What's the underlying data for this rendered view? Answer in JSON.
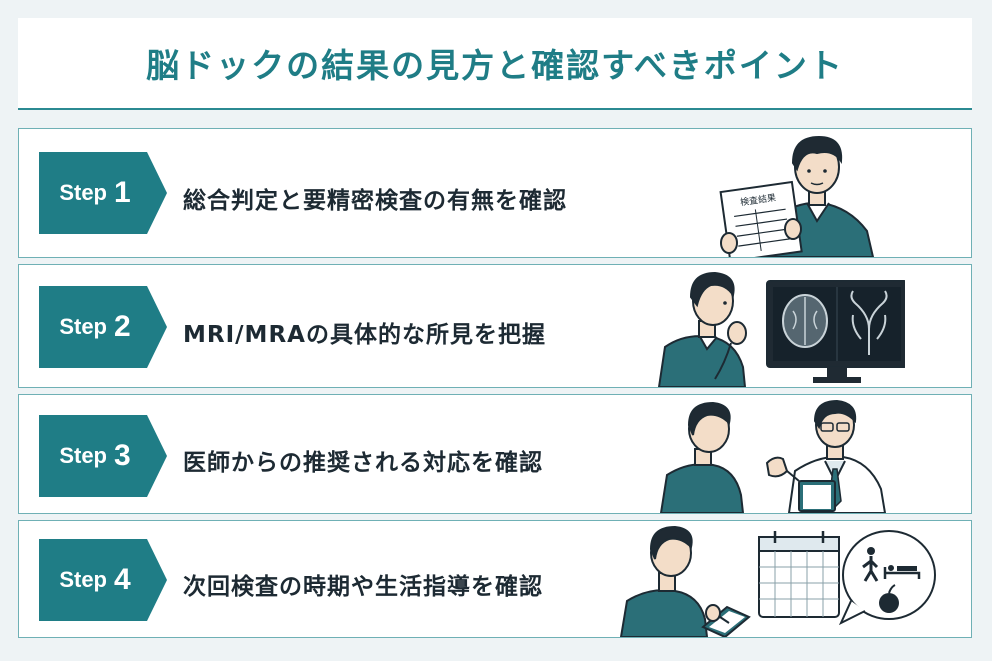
{
  "title": "脳ドックの結果の見方と確認すべきポイント",
  "steps": [
    {
      "label": "Step",
      "number": "1",
      "text": "総合判定と要精密検査の有無を確認"
    },
    {
      "label": "Step",
      "number": "2",
      "text": "MRI/MRAの具体的な所見を把握"
    },
    {
      "label": "Step",
      "number": "3",
      "text": "医師からの推奨される対応を確認"
    },
    {
      "label": "Step",
      "number": "4",
      "text": "次回検査の時期や生活指導を確認"
    }
  ],
  "illustrations": {
    "step1_sheet_text": "検査結果"
  },
  "colors": {
    "accent": "#1f7d86",
    "badge": "#1f7d86",
    "card_border": "#6fb0b5",
    "background": "#eef3f5"
  }
}
